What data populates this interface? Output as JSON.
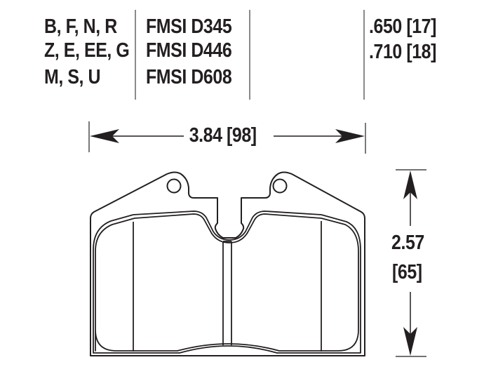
{
  "header": {
    "compounds": [
      "B, F, N, R",
      "Z, E, EE, G",
      "M, S, U"
    ],
    "fmsi": [
      "FMSI D345",
      "FMSI D446",
      "FMSI D608"
    ],
    "thickness": [
      ".650 [17]",
      ".710 [18]"
    ]
  },
  "dimensions": {
    "width_label": "3.84 [98]",
    "height_label_in": "2.57",
    "height_label_mm": "[65]"
  },
  "colors": {
    "text": "#231f20",
    "outline": "#231f20",
    "divider": "#8a8a8a"
  }
}
